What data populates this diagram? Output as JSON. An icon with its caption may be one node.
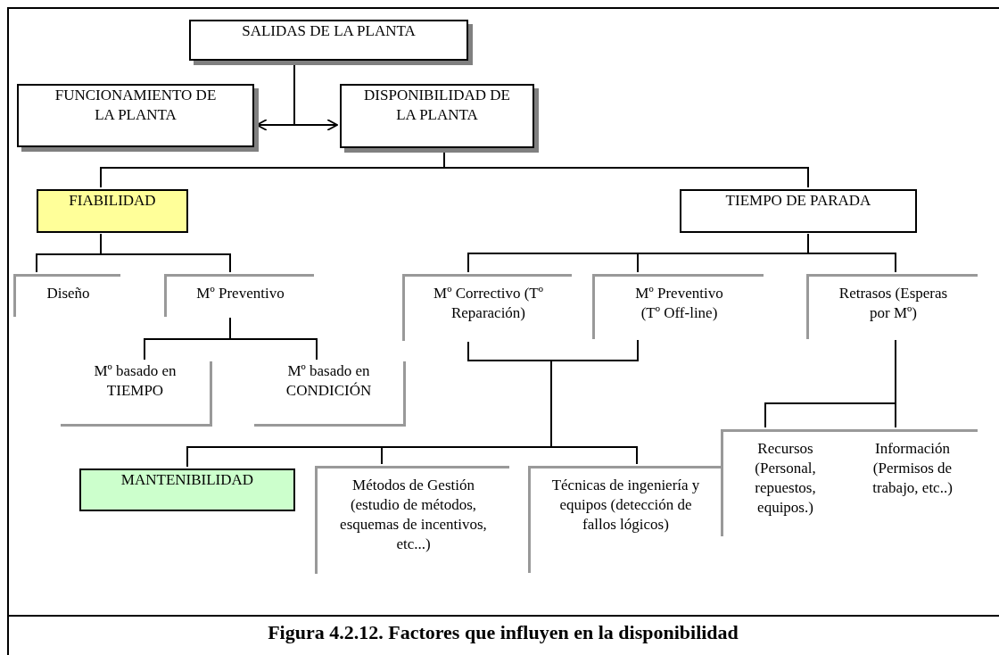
{
  "diagram": {
    "caption": "Figura 4.2.12. Factores que influyen en la disponibilidad",
    "nodes": [
      {
        "text": [
          "SALIDAS DE LA PLANTA"
        ]
      },
      {
        "text": [
          "FUNCIONAMIENTO DE LA PLANTA"
        ]
      },
      {
        "text": [
          "DISPONIBILIDAD DE LA PLANTA"
        ]
      },
      {
        "text": [
          "FIABILIDAD"
        ]
      },
      {
        "text": [
          "TIEMPO DE  PARADA"
        ]
      },
      {
        "text": [
          "Diseño"
        ]
      },
      {
        "text": [
          "Mº Preventivo"
        ]
      },
      {
        "text": [
          "Mº Correctivo (Tº Reparación)"
        ]
      },
      {
        "text": [
          "Mº Preventivo (Tº Off-line)"
        ]
      },
      {
        "text": [
          "Retrasos (Esperas por Mº)"
        ]
      },
      {
        "text": [
          "Mº basado en TIEMPO"
        ]
      },
      {
        "text": [
          "Mº basado en CONDICIÓN"
        ]
      },
      {
        "text": [
          "MANTENIBILIDAD"
        ]
      },
      {
        "text": [
          "Métodos de Gestión (estudio de métodos, esquemas de incentivos, etc...)"
        ]
      },
      {
        "text": [
          "Técnicas de ingeniería y equipos (detección de fallos lógicos)"
        ]
      },
      {
        "text": [
          "Recursos (Personal, repuestos, equipos.)"
        ]
      },
      {
        "text": [
          "Información (Permisos de trabajo, etc..)"
        ]
      }
    ],
    "edges": [
      {
        "from": 0,
        "to": 1,
        "arrow": "to"
      },
      {
        "from": 0,
        "to": 2,
        "arrow": "to"
      },
      {
        "from": 2,
        "to": 3,
        "arrow": "none"
      },
      {
        "from": 2,
        "to": 4,
        "arrow": "none"
      },
      {
        "from": 3,
        "to": 5,
        "arrow": "none"
      },
      {
        "from": 3,
        "to": 6,
        "arrow": "none"
      },
      {
        "from": 4,
        "to": 7,
        "arrow": "none"
      },
      {
        "from": 4,
        "to": 8,
        "arrow": "none"
      },
      {
        "from": 4,
        "to": 9,
        "arrow": "none"
      },
      {
        "from": 6,
        "to": 10,
        "arrow": "none"
      },
      {
        "from": 6,
        "to": 11,
        "arrow": "none"
      },
      {
        "from": 7,
        "to": 12,
        "arrow": "none"
      },
      {
        "from": 7,
        "to": 13,
        "arrow": "none"
      },
      {
        "from": 7,
        "to": 14,
        "arrow": "none"
      },
      {
        "from": 8,
        "to": 12,
        "arrow": "none"
      },
      {
        "from": 8,
        "to": 13,
        "arrow": "none"
      },
      {
        "from": 8,
        "to": 14,
        "arrow": "none"
      },
      {
        "from": 9,
        "to": 15,
        "arrow": "none"
      },
      {
        "from": 9,
        "to": 16,
        "arrow": "none"
      }
    ]
  }
}
